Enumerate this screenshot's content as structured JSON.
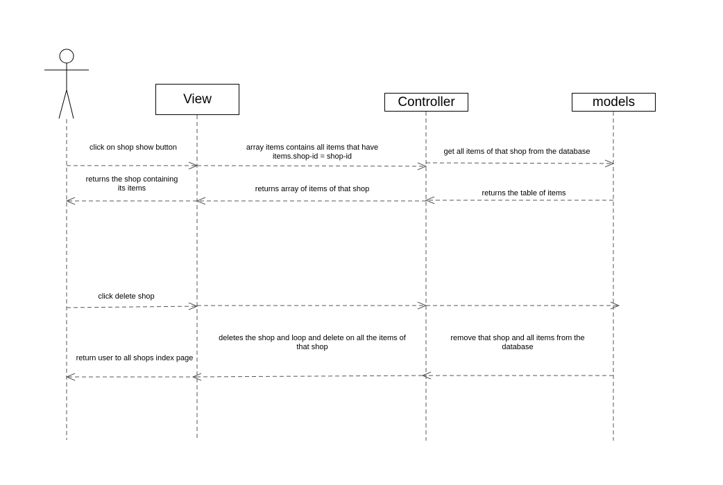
{
  "participants": {
    "view": "View",
    "controller": "Controller",
    "models": "models"
  },
  "messages": {
    "m1": "click on shop show button",
    "m2": "array items contains all items that have items.shop-id = shop-id",
    "m3": "get all items of that shop from the database",
    "m4": "returns the table of items",
    "m5": "returns array of items of that shop",
    "m6": "returns the shop containing its items",
    "m7": "click delete shop",
    "m8": "remove that shop and all items from the database",
    "m9": "deletes the shop and loop and delete on all the items of that shop",
    "m10": "return user to all shops index page"
  },
  "colors": {
    "line": "#555555",
    "text": "#000000"
  }
}
